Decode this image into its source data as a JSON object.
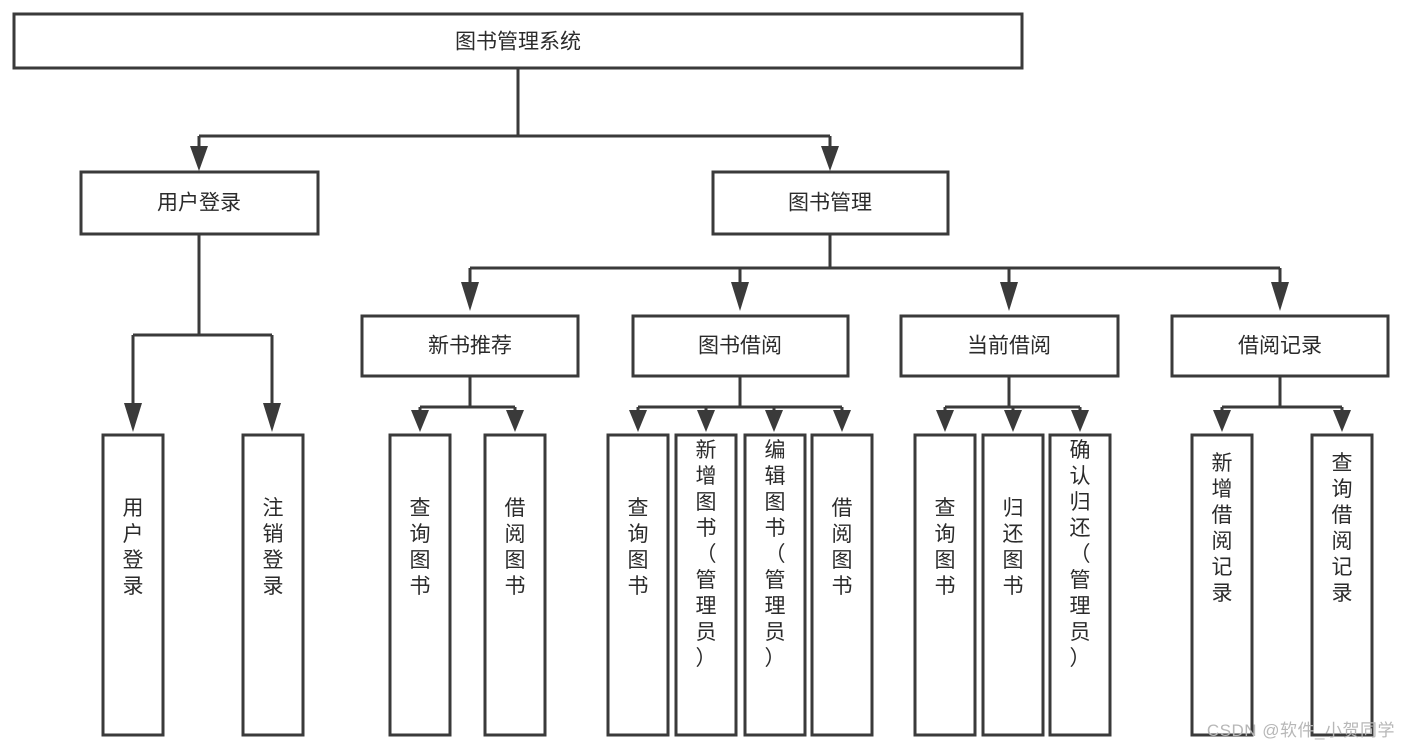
{
  "diagram": {
    "type": "tree-hierarchy",
    "title": "图书管理系统",
    "watermark": "CSDN @软件_小贺同学",
    "colors": {
      "background": "#ffffff",
      "box_fill": "#ffffff",
      "line": "#3a3a3a",
      "text": "#2b2b2b",
      "watermark": "#b7b7b7"
    },
    "root": {
      "label": "图书管理系统",
      "orientation": "horizontal"
    },
    "level2": [
      {
        "label": "用户登录",
        "orientation": "horizontal"
      },
      {
        "label": "图书管理",
        "orientation": "horizontal"
      }
    ],
    "level3": [
      {
        "label": "新书推荐",
        "orientation": "horizontal",
        "parent": "图书管理"
      },
      {
        "label": "图书借阅",
        "orientation": "horizontal",
        "parent": "图书管理"
      },
      {
        "label": "当前借阅",
        "orientation": "horizontal",
        "parent": "图书管理"
      },
      {
        "label": "借阅记录",
        "orientation": "horizontal",
        "parent": "图书管理"
      }
    ],
    "leaves": {
      "用户登录": [
        {
          "label": "用户登录",
          "orientation": "vertical"
        },
        {
          "label": "注销登录",
          "orientation": "vertical"
        }
      ],
      "新书推荐": [
        {
          "label": "查询图书",
          "orientation": "vertical"
        },
        {
          "label": "借阅图书",
          "orientation": "vertical"
        }
      ],
      "图书借阅": [
        {
          "label": "查询图书",
          "orientation": "vertical"
        },
        {
          "label": "新增图书（管理员）",
          "orientation": "vertical"
        },
        {
          "label": "编辑图书（管理员）",
          "orientation": "vertical"
        },
        {
          "label": "借阅图书",
          "orientation": "vertical"
        }
      ],
      "当前借阅": [
        {
          "label": "查询图书",
          "orientation": "vertical"
        },
        {
          "label": "归还图书",
          "orientation": "vertical"
        },
        {
          "label": "确认归还（管理员）",
          "orientation": "vertical"
        }
      ],
      "借阅记录": [
        {
          "label": "新增借阅记录",
          "orientation": "vertical"
        },
        {
          "label": "查询借阅记录",
          "orientation": "vertical"
        }
      ]
    }
  }
}
